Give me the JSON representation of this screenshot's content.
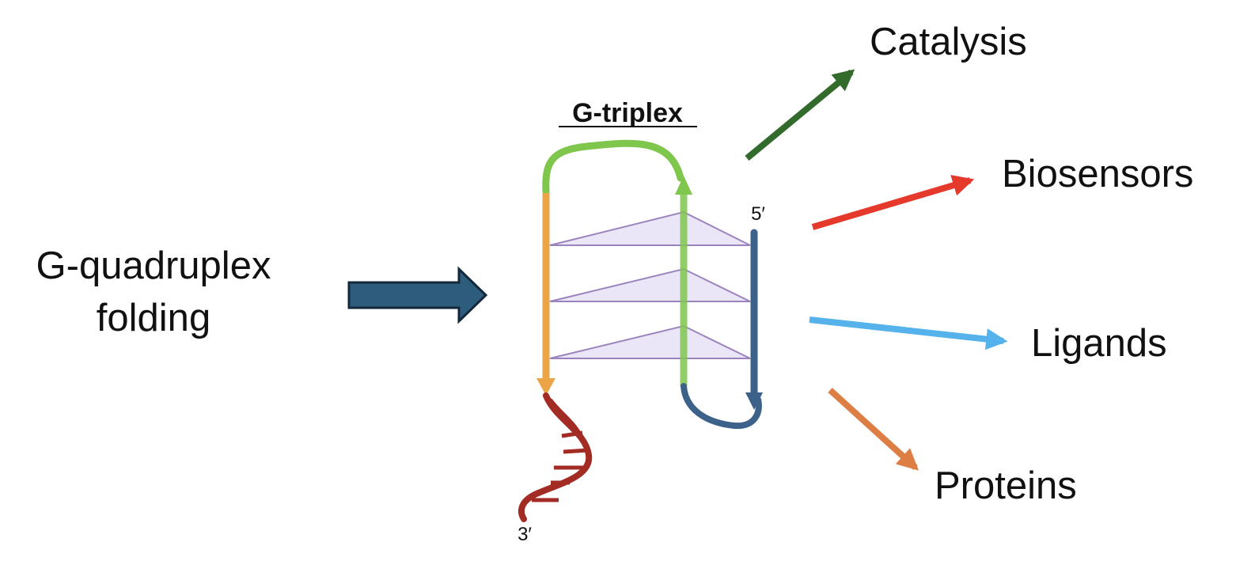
{
  "input": {
    "line1": "G-quadruplex",
    "line2": "folding"
  },
  "structure": {
    "title": "G-triplex",
    "five_prime": "5′",
    "three_prime": "3′",
    "tiers": 3
  },
  "applications": [
    {
      "label": "Catalysis",
      "color": "#326b2c"
    },
    {
      "label": "Biosensors",
      "color": "#e5392c"
    },
    {
      "label": "Ligands",
      "color": "#55b2ea"
    },
    {
      "label": "Proteins",
      "color": "#dd7e45"
    }
  ],
  "colors": {
    "main_arrow_fill": "#2e5c7c",
    "main_arrow_stroke": "#13283a",
    "strand_orange": "#eba547",
    "strand_green": "#7fc64c",
    "strand_blue": "#3c6289",
    "strand_red": "#a22b24",
    "tier_fill": "#ebe6f7",
    "tier_stroke": "#9b83bd"
  }
}
